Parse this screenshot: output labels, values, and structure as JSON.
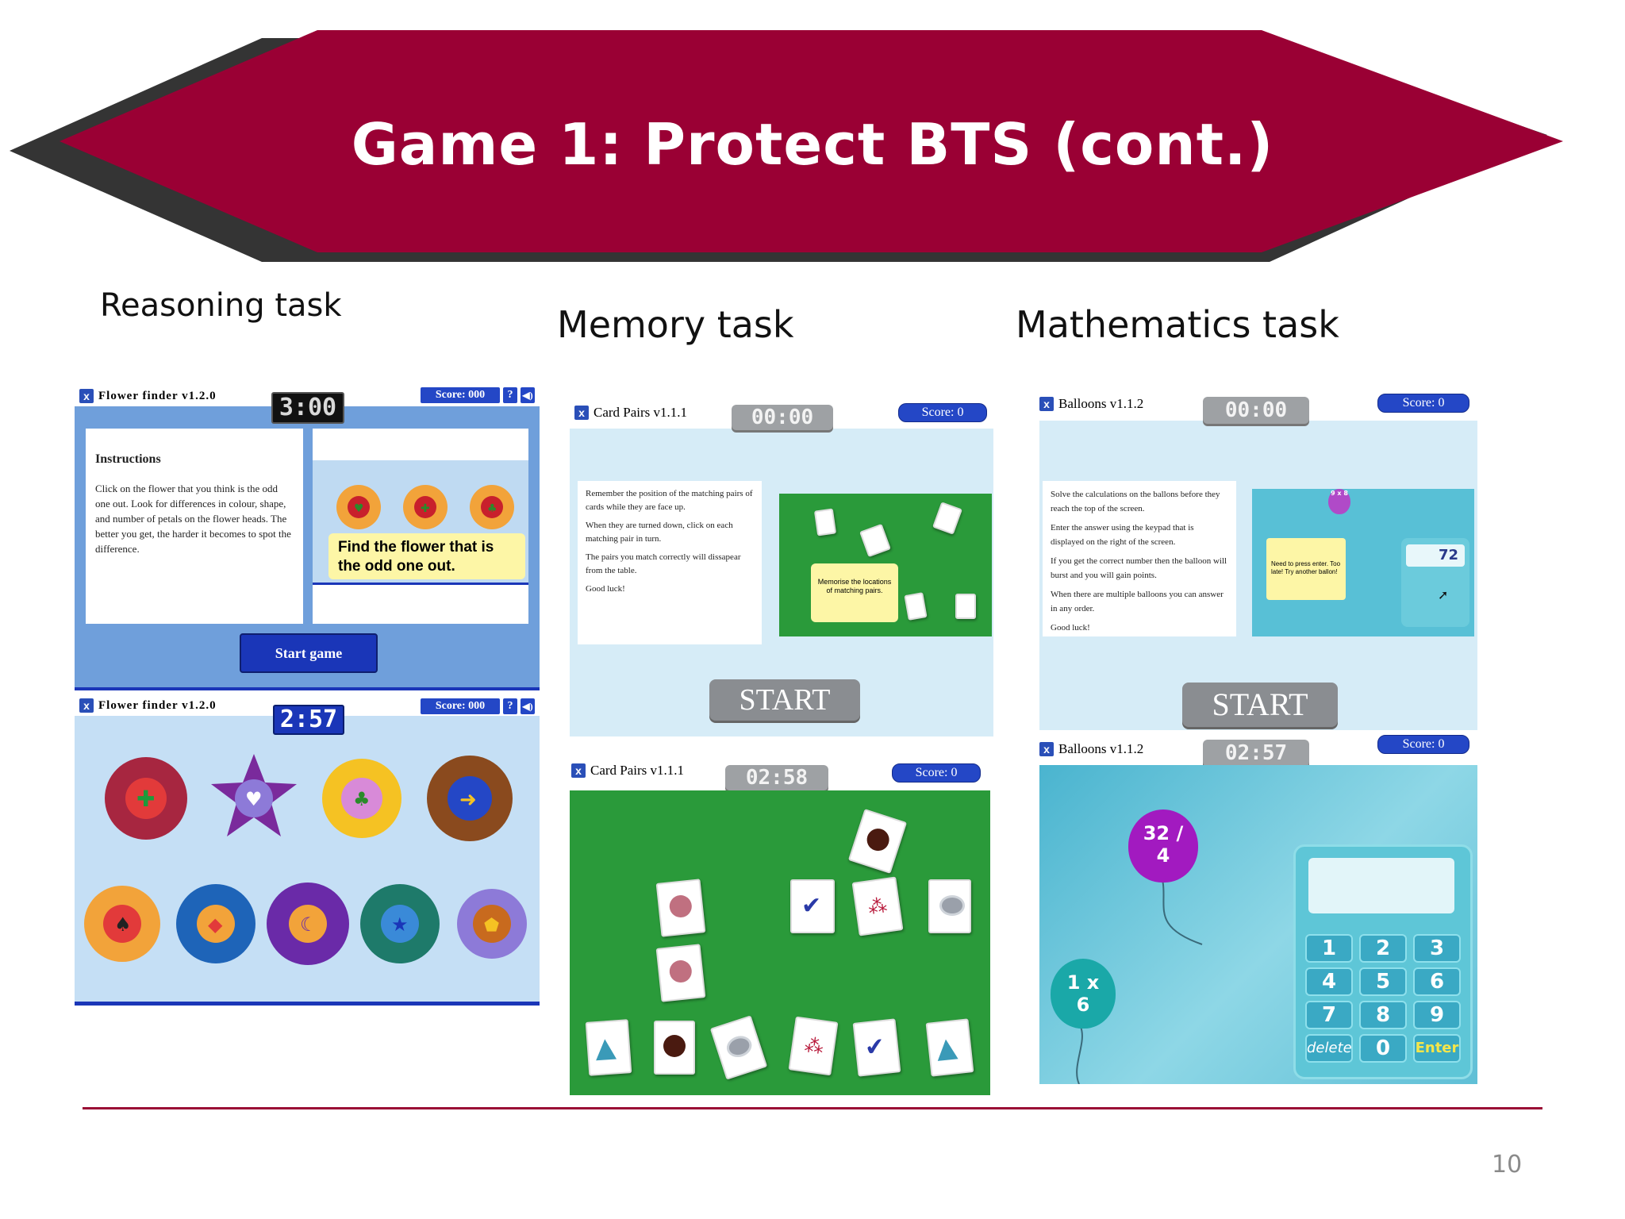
{
  "slide": {
    "title": "Game 1: Protect BTS (cont.)",
    "page_number": "10",
    "colors": {
      "banner": "#9a0034",
      "rule": "#9a0d35"
    }
  },
  "sections": {
    "reasoning": "Reasoning task",
    "memory": "Memory task",
    "mathematics": "Mathematics task"
  },
  "flower_intro": {
    "app_title": "Flower finder v1.2.0",
    "timer": "3:00",
    "score": "Score: 000",
    "help": "?",
    "instructions_heading": "Instructions",
    "instructions_text": "Click on the flower that you think is the odd one out. Look for differences in colour, shape, and number of petals on the flower heads. The better you get, the harder it becomes to spot the difference.",
    "hint": "Find the flower that is the odd one out.",
    "start_button": "Start game"
  },
  "flower_game": {
    "app_title": "Flower finder v1.2.0",
    "timer": "2:57",
    "score": "Score: 000",
    "help": "?"
  },
  "cards_intro": {
    "app_title": "Card Pairs v1.1.1",
    "timer": "00:00",
    "score": "Score: 0",
    "instructions": [
      "Remember the position of the matching pairs of cards while they are face up.",
      "When they are turned down, click on each matching pair in turn.",
      "The pairs you match correctly will dissapear from the table.",
      "Good luck!"
    ],
    "bubble": "Memorise the locations of matching pairs.",
    "start_button": "START"
  },
  "cards_game": {
    "app_title": "Card Pairs v1.1.1",
    "timer": "02:58",
    "score": "Score: 0"
  },
  "balloons_intro": {
    "app_title": "Balloons v1.1.2",
    "timer": "00:00",
    "score": "Score: 0",
    "instructions": [
      "Solve the calculations on the ballons before they reach the top of the screen.",
      "Enter the answer using the keypad that is displayed on the right of the screen.",
      "If you get the correct number then the balloon will burst and you will gain points.",
      "When there are multiple balloons you can answer in any order.",
      "Good luck!"
    ],
    "preview_balloon": "9 x 8",
    "preview_note": "Need to press enter. Too late! Try another ballon!",
    "preview_display": "72",
    "start_button": "START"
  },
  "balloons_game": {
    "app_title": "Balloons v1.1.2",
    "timer": "02:57",
    "score": "Score: 0",
    "balloon_a_line1": "32 /",
    "balloon_a_line2": "4",
    "balloon_b_line1": "1 x",
    "balloon_b_line2": "6",
    "keys": [
      "1",
      "2",
      "3",
      "4",
      "5",
      "6",
      "7",
      "8",
      "9",
      "delete",
      "0",
      "Enter"
    ]
  },
  "icons": [
    "close-icon",
    "help-icon",
    "sound-icon",
    "cursor-icon"
  ]
}
